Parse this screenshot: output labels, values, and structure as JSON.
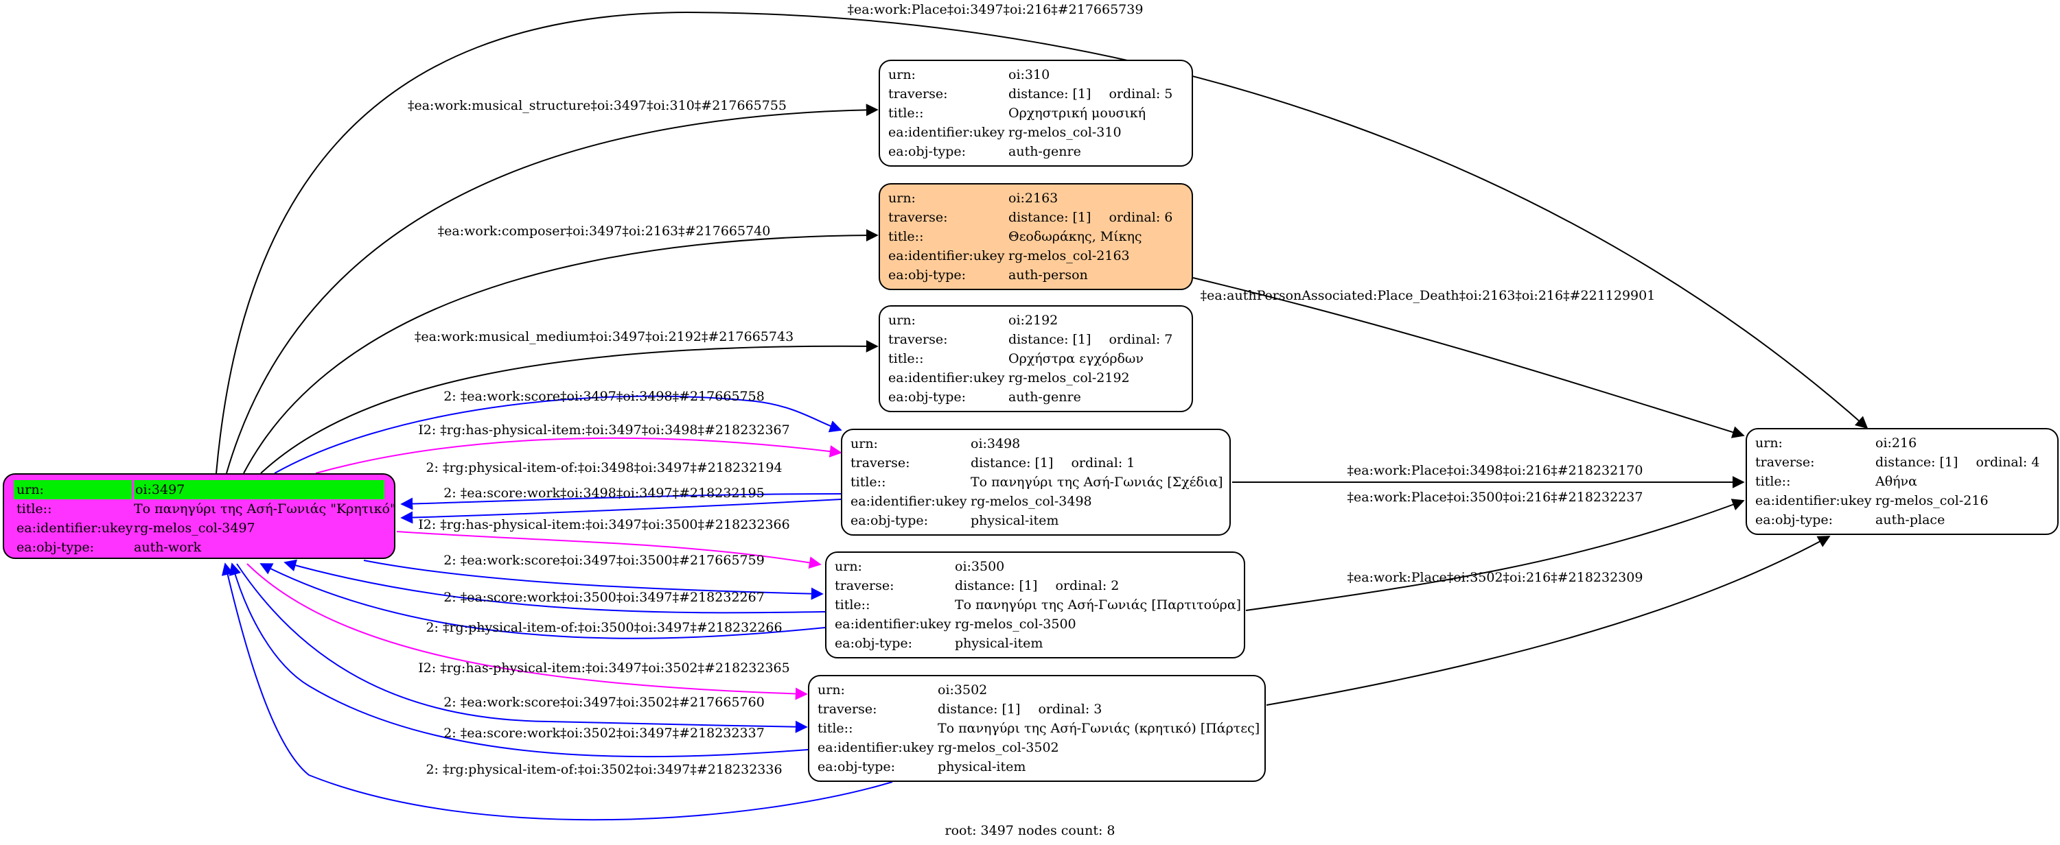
{
  "nodes": [
    {
      "id": "n3497",
      "kind": "root",
      "rows": [
        {
          "key": "urn:",
          "value": "oi:3497"
        },
        {
          "key": "title::",
          "value": "Το πανηγύρι της Ασή-Γωνιάς \"Κρητικό\""
        },
        {
          "key": "ea:identifier:ukey",
          "value": "rg-melos_col-3497"
        },
        {
          "key": "ea:obj-type:",
          "value": "auth-work"
        }
      ]
    },
    {
      "id": "n310",
      "kind": "plain",
      "urn": "oi:310",
      "distance": "distance: [1]",
      "ordinal": "ordinal: 5",
      "title": "Ορχηστρική μουσική",
      "ukey": "rg-melos_col-310",
      "objtype": "auth-genre"
    },
    {
      "id": "n2163",
      "kind": "person",
      "urn": "oi:2163",
      "distance": "distance: [1]",
      "ordinal": "ordinal: 6",
      "title": "Θεοδωράκης, Μίκης",
      "ukey": "rg-melos_col-2163",
      "objtype": "auth-person"
    },
    {
      "id": "n2192",
      "kind": "plain",
      "urn": "oi:2192",
      "distance": "distance: [1]",
      "ordinal": "ordinal: 7",
      "title": "Ορχήστρα εγχόρδων",
      "ukey": "rg-melos_col-2192",
      "objtype": "auth-genre"
    },
    {
      "id": "n3498",
      "kind": "plain",
      "urn": "oi:3498",
      "distance": "distance: [1]",
      "ordinal": "ordinal: 1",
      "title": "Το πανηγύρι της Ασή-Γωνιάς [Σχέδια]",
      "ukey": "rg-melos_col-3498",
      "objtype": "physical-item"
    },
    {
      "id": "n3500",
      "kind": "plain",
      "urn": "oi:3500",
      "distance": "distance: [1]",
      "ordinal": "ordinal: 2",
      "title": "Το πανηγύρι της Ασή-Γωνιάς [Παρτιτούρα]",
      "ukey": "rg-melos_col-3500",
      "objtype": "physical-item"
    },
    {
      "id": "n3502",
      "kind": "plain",
      "urn": "oi:3502",
      "distance": "distance: [1]",
      "ordinal": "ordinal: 3",
      "title": "Το πανηγύρι της Ασή-Γωνιάς (κρητικό) [Πάρτες]",
      "ukey": "rg-melos_col-3502",
      "objtype": "physical-item"
    },
    {
      "id": "n216",
      "kind": "plain",
      "urn": "oi:216",
      "distance": "distance: [1]",
      "ordinal": "ordinal: 4",
      "title": "Αθήνα",
      "ukey": "rg-melos_col-216",
      "objtype": "auth-place"
    }
  ],
  "row_keys": {
    "urn": "urn:",
    "traverse": "traverse:",
    "title": "title::",
    "ukey": "ea:identifier:ukey",
    "objtype": "ea:obj-type:"
  },
  "edges": [
    {
      "from": "n3497",
      "to": "n216",
      "color": "#000000",
      "label": "‡ea:work:Place‡oi:3497‡oi:216‡#217665739"
    },
    {
      "from": "n3497",
      "to": "n310",
      "color": "#000000",
      "label": "‡ea:work:musical_structure‡oi:3497‡oi:310‡#217665755"
    },
    {
      "from": "n3497",
      "to": "n2163",
      "color": "#000000",
      "label": "‡ea:work:composer‡oi:3497‡oi:2163‡#217665740"
    },
    {
      "from": "n3497",
      "to": "n2192",
      "color": "#000000",
      "label": "‡ea:work:musical_medium‡oi:3497‡oi:2192‡#217665743"
    },
    {
      "from": "n3497",
      "to": "n3498",
      "color": "#0000ff",
      "label": "2: ‡ea:work:score‡oi:3497‡oi:3498‡#217665758"
    },
    {
      "from": "n3497",
      "to": "n3498",
      "color": "#ff00ff",
      "label": "I2: ‡rg:has-physical-item:‡oi:3497‡oi:3498‡#218232367"
    },
    {
      "from": "n3498",
      "to": "n3497",
      "color": "#0000ff",
      "label": "2: ‡rg:physical-item-of:‡oi:3498‡oi:3497‡#218232194"
    },
    {
      "from": "n3498",
      "to": "n3497",
      "color": "#0000ff",
      "label": "2: ‡ea:score:work‡oi:3498‡oi:3497‡#218232195"
    },
    {
      "from": "n3497",
      "to": "n3500",
      "color": "#ff00ff",
      "label": "I2: ‡rg:has-physical-item:‡oi:3497‡oi:3500‡#218232366"
    },
    {
      "from": "n3497",
      "to": "n3500",
      "color": "#0000ff",
      "label": "2: ‡ea:work:score‡oi:3497‡oi:3500‡#217665759"
    },
    {
      "from": "n3500",
      "to": "n3497",
      "color": "#0000ff",
      "label": "2: ‡ea:score:work‡oi:3500‡oi:3497‡#218232267"
    },
    {
      "from": "n3500",
      "to": "n3497",
      "color": "#0000ff",
      "label": "2: ‡rg:physical-item-of:‡oi:3500‡oi:3497‡#218232266"
    },
    {
      "from": "n3497",
      "to": "n3502",
      "color": "#ff00ff",
      "label": "I2: ‡rg:has-physical-item:‡oi:3497‡oi:3502‡#218232365"
    },
    {
      "from": "n3497",
      "to": "n3502",
      "color": "#0000ff",
      "label": "2: ‡ea:work:score‡oi:3497‡oi:3502‡#217665760"
    },
    {
      "from": "n3502",
      "to": "n3497",
      "color": "#0000ff",
      "label": "2: ‡ea:score:work‡oi:3502‡oi:3497‡#218232337"
    },
    {
      "from": "n3502",
      "to": "n3497",
      "color": "#0000ff",
      "label": "2: ‡rg:physical-item-of:‡oi:3502‡oi:3497‡#218232336"
    },
    {
      "from": "n2163",
      "to": "n216",
      "color": "#000000",
      "label": "‡ea:authPersonAssociated:Place_Death‡oi:2163‡oi:216‡#221129901"
    },
    {
      "from": "n3498",
      "to": "n216",
      "color": "#000000",
      "label": "‡ea:work:Place‡oi:3498‡oi:216‡#218232170"
    },
    {
      "from": "n3500",
      "to": "n216",
      "color": "#000000",
      "label": "‡ea:work:Place‡oi:3500‡oi:216‡#218232237"
    },
    {
      "from": "n3502",
      "to": "n216",
      "color": "#000000",
      "label": "‡ea:work:Place‡oi:3502‡oi:216‡#218232309"
    }
  ],
  "colors": {
    "root_fill": "#ff33ff",
    "root_highlight": "#00ee00",
    "person_fill": "#ffcc99",
    "score_edge": "#0000ff",
    "physical_item_edge": "#ff00ff",
    "default_edge": "#000000"
  },
  "footer": "root: 3497 nodes count: 8"
}
